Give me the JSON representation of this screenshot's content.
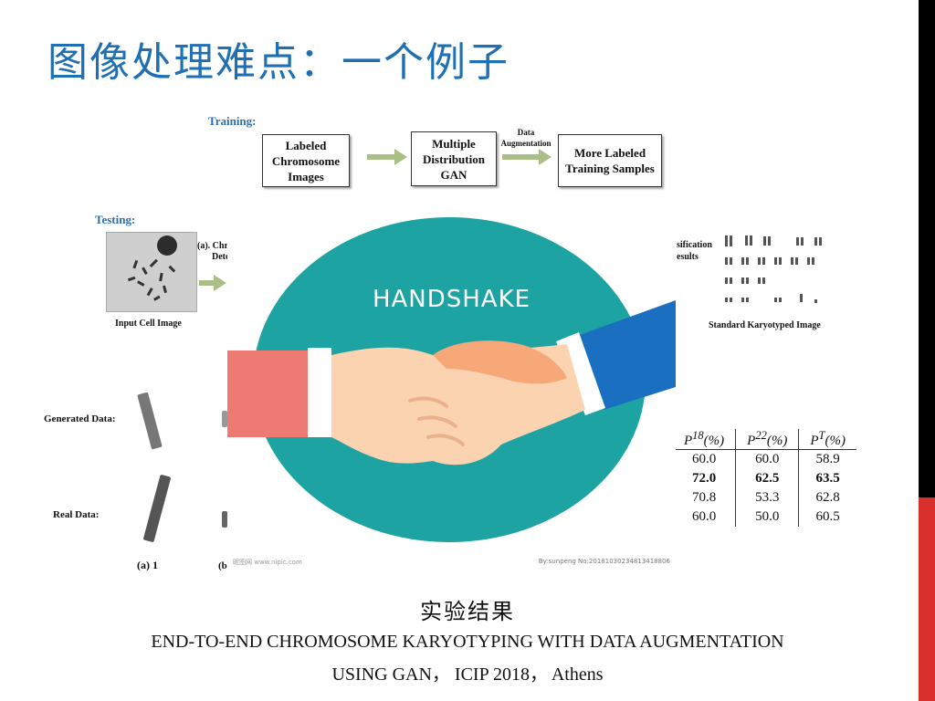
{
  "slide": {
    "title": "图像处理难点：一个例子",
    "accent_color": "#1f6fb5",
    "right_bar_colors": [
      "#000000",
      "#d9302e"
    ]
  },
  "figure": {
    "training_label": "Training:",
    "testing_label": "Testing:",
    "boxes": {
      "labeled": "Labeled Chromosome Images",
      "gan": "Multiple Distribution GAN",
      "more": "More Labeled Training Samples"
    },
    "data_augmentation_label": "Data Augmentation",
    "step_a_partial": "(a). Chr",
    "step_a_partial2": "Dete",
    "classification_partial": "sification",
    "results_partial": "esults",
    "input_cell_label": "Input Cell Image",
    "karyotyped_label": "Standard Karyotyped Image",
    "generated_data_label": "Generated Data:",
    "real_data_label": "Real Data:",
    "sub_a": "(a) 1",
    "sub_b": "(b"
  },
  "results_table": {
    "headers": [
      "P18(%)",
      "P22(%)",
      "PT(%)"
    ],
    "rows": [
      [
        "60.0",
        "60.0",
        "58.9"
      ],
      [
        "72.0",
        "62.5",
        "63.5"
      ],
      [
        "70.8",
        "53.3",
        "62.8"
      ],
      [
        "60.0",
        "50.0",
        "60.5"
      ]
    ],
    "bold_row_index": 1
  },
  "overlay": {
    "text": "HANDSHAKE",
    "circle_color": "#1ea3a3",
    "left_sleeve_color": "#ee7b73",
    "right_sleeve_color": "#1a6fc0",
    "watermark_left": "昵图网 www.nipic.com",
    "watermark_right": "By:sunpeng No:20181030234813418806"
  },
  "caption": {
    "chinese": "实验结果",
    "line1": "END-TO-END CHROMOSOME KARYOTYPING WITH DATA AUGMENTATION",
    "line2": "USING GAN， ICIP 2018， Athens"
  }
}
